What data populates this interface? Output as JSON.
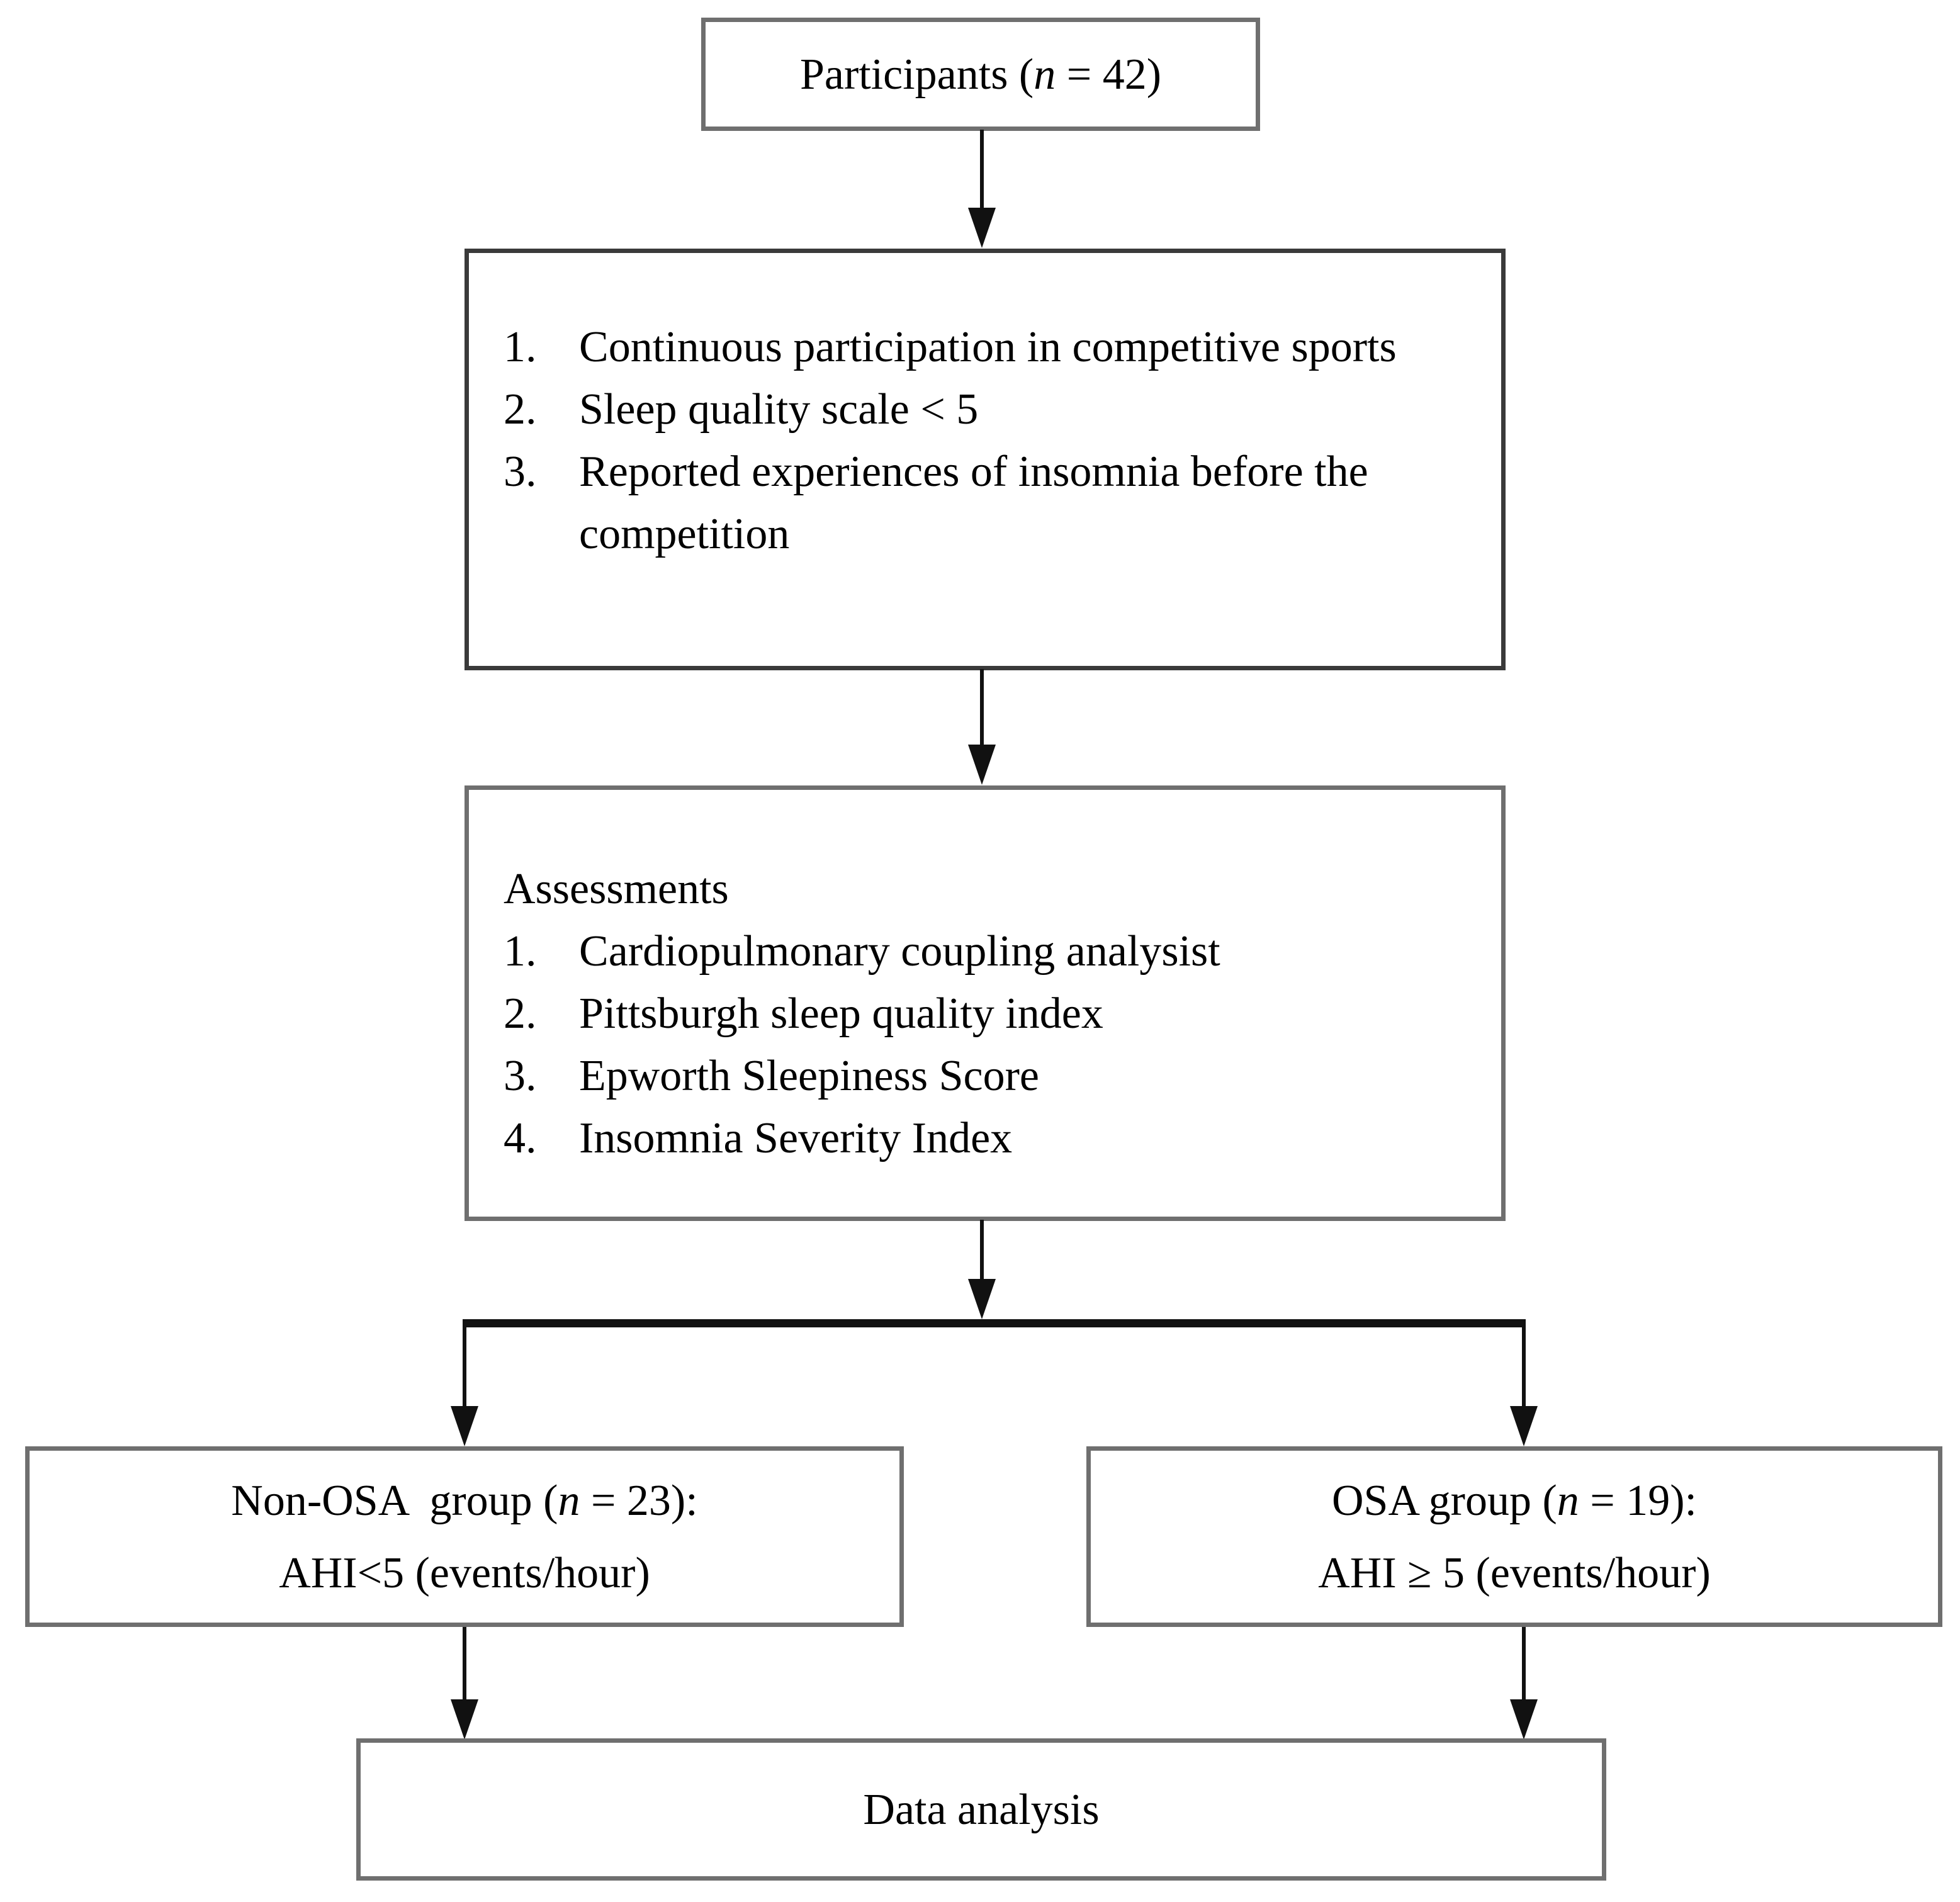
{
  "colors": {
    "background": "#ffffff",
    "text": "#000000",
    "box_border": "#6f6f6f",
    "dark_border": "#3a3a3a",
    "line": "#111111"
  },
  "flowchart": {
    "participants": {
      "prefix": "Participants (",
      "italic_var": "n",
      "suffix": " = 42)"
    },
    "criteria": {
      "items": [
        {
          "num": "1.",
          "text": "Continuous participation in competitive sports"
        },
        {
          "num": "2.",
          "text": "Sleep quality scale < 5"
        },
        {
          "num": "3.",
          "text": "Reported experiences of insomnia before the competition"
        }
      ]
    },
    "assessments": {
      "title": "Assessments",
      "items": [
        {
          "num": "1.",
          "text": "Cardiopulmonary coupling analysist"
        },
        {
          "num": "2.",
          "text": "Pittsburgh sleep quality index"
        },
        {
          "num": "3.",
          "text": "Epworth Sleepiness Score"
        },
        {
          "num": "4.",
          "text": "Insomnia Severity Index"
        }
      ]
    },
    "non_osa_group": {
      "prefix": "Non-OSA  group (",
      "italic_var": "n",
      "suffix": " = 23):",
      "line2": "AHI<5 (events/hour)"
    },
    "osa_group": {
      "prefix": "OSA group (",
      "italic_var": "n",
      "suffix": " = 19):",
      "line2": "AHI ≥ 5 (events/hour)"
    },
    "data_analysis": {
      "label": "Data analysis"
    }
  }
}
